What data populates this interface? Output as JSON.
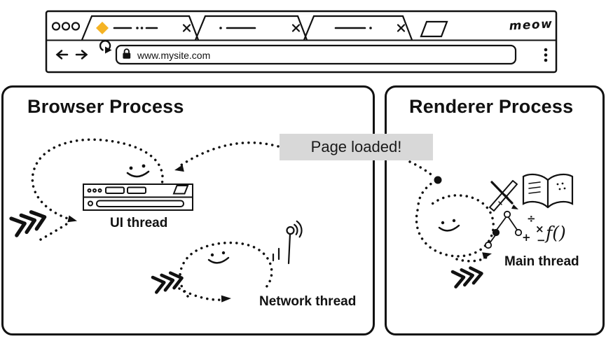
{
  "colors": {
    "ink": "#111111",
    "diamond": "#F5B324",
    "badge_bg": "#D8D8D8"
  },
  "chrome": {
    "logo": "meow",
    "address_bar": {
      "url": "www.mysite.com",
      "lock_icon": "padlock"
    },
    "nav": {
      "back_icon": "←",
      "forward_icon": "→",
      "reload_icon": "⟳",
      "menu_icon": "⋮"
    },
    "tabs": {
      "window_controls_icon": "three-circles",
      "active_tab_favicon": "yellow-diamond",
      "close_icon": "✕",
      "new_tab_icon": "slanted-rectangle"
    }
  },
  "message": {
    "text": "Page loaded!"
  },
  "browser_process": {
    "title": "Browser Process",
    "ui_thread_label": "UI thread",
    "network_thread_label": "Network thread",
    "icons": {
      "ui_thread": "mini-browser-window",
      "network_thread": "antenna-signal"
    }
  },
  "renderer_process": {
    "title": "Renderer Process",
    "main_thread_label": "Main thread",
    "symbols": {
      "divide": "÷",
      "multiply": "×",
      "plus": "+",
      "minus": "−",
      "function": "f()"
    },
    "icons": {
      "tools": "pencil-ruler",
      "book": "open-book",
      "tree": "dom-tree"
    }
  }
}
